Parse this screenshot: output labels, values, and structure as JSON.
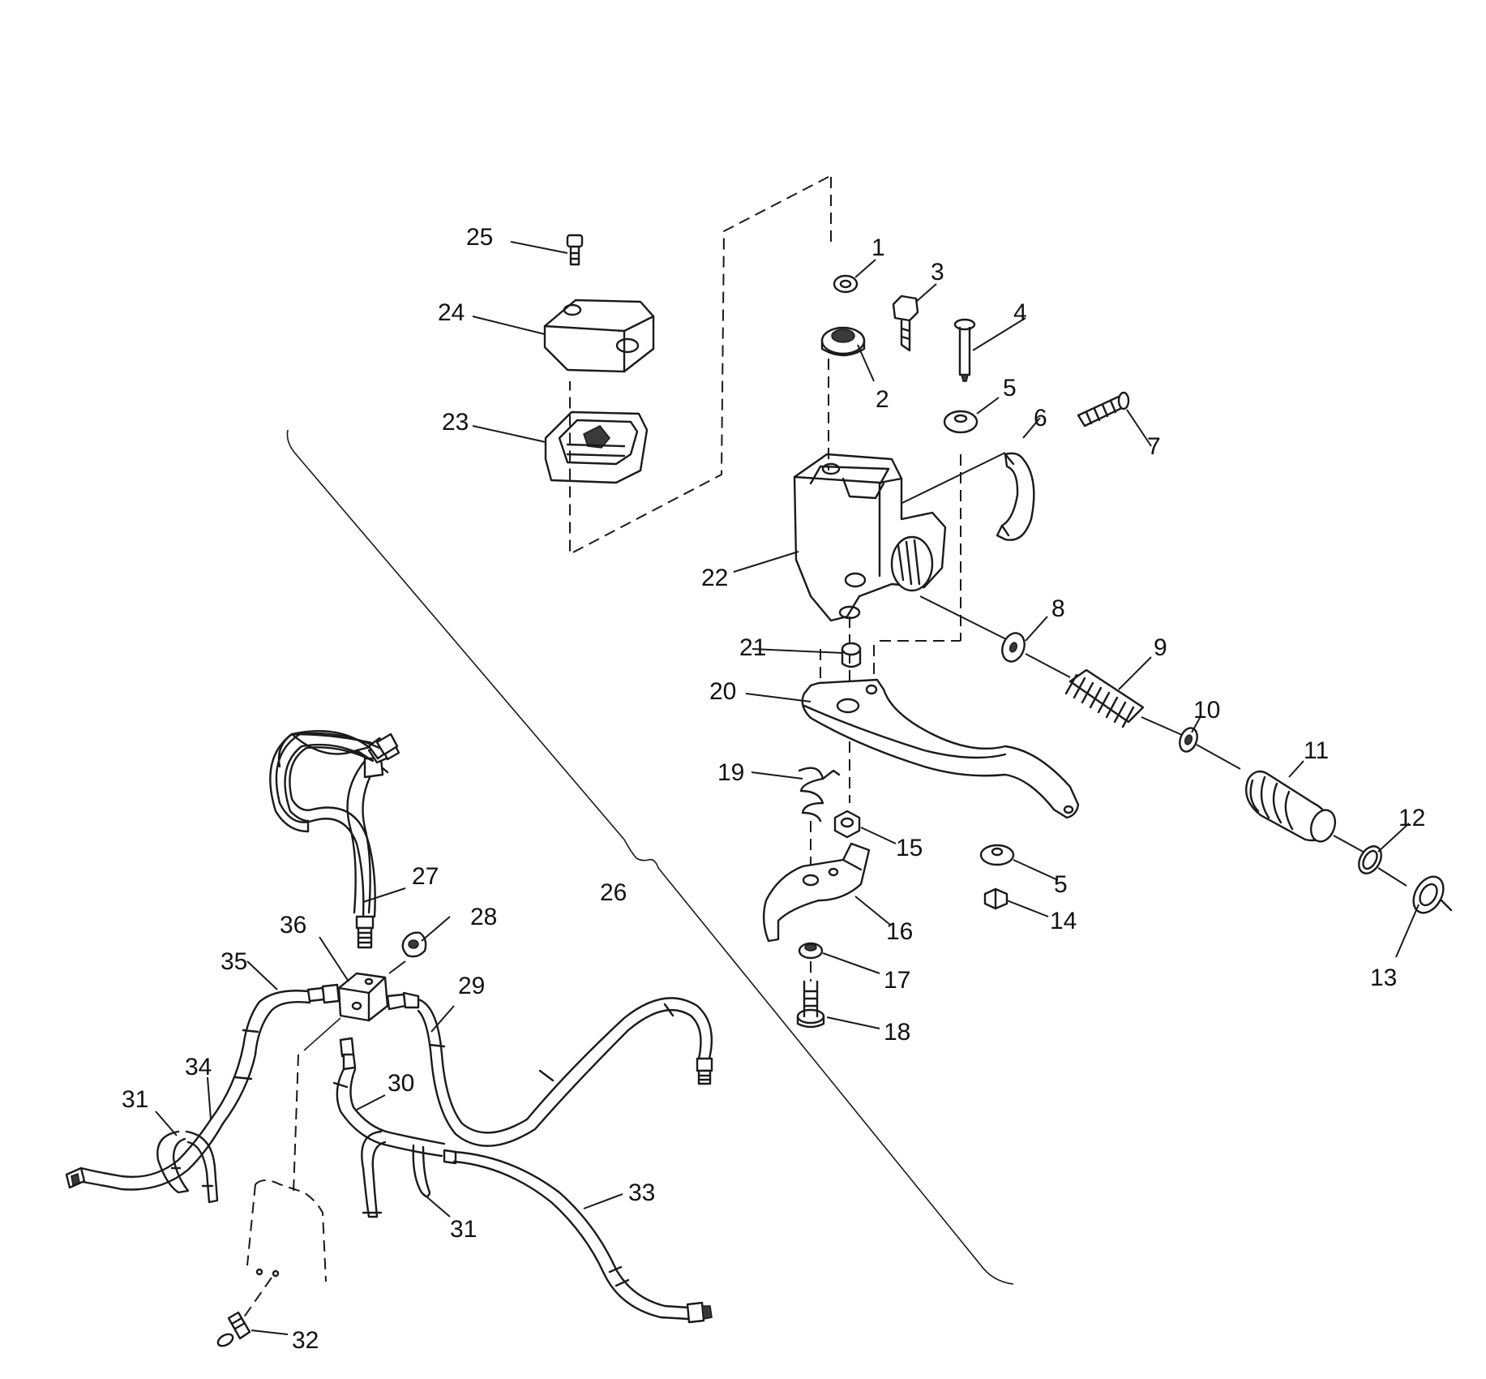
{
  "callouts": {
    "c1": "1",
    "c2": "2",
    "c3": "3",
    "c4": "4",
    "c5a": "5",
    "c5b": "5",
    "c6": "6",
    "c7": "7",
    "c8": "8",
    "c9": "9",
    "c10": "10",
    "c11": "11",
    "c12": "12",
    "c13": "13",
    "c14": "14",
    "c15": "15",
    "c16": "16",
    "c17": "17",
    "c18": "18",
    "c19": "19",
    "c20": "20",
    "c21": "21",
    "c22": "22",
    "c23": "23",
    "c24": "24",
    "c25": "25",
    "c26": "26",
    "c27": "27",
    "c28": "28",
    "c29": "29",
    "c30": "30",
    "c31a": "31",
    "c31b": "31",
    "c32": "32",
    "c33": "33",
    "c34": "34",
    "c35": "35",
    "c36": "36"
  }
}
